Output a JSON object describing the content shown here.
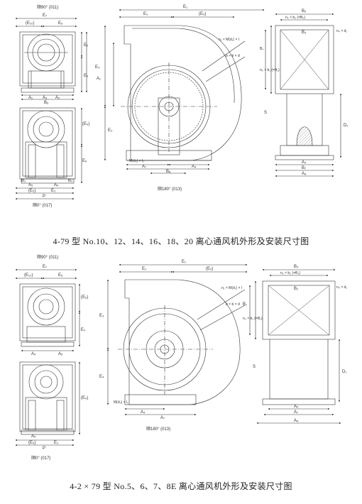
{
  "captions": {
    "top": "4-79 型 No.10、12、14、16、18、20 离心通风机外形及安装尺寸图",
    "bottom": "4-2 × 79 型 No.5、6、7、8E 离心通风机外形及安装尺寸图"
  },
  "views": {
    "top_left_upper": "顺90° (011)",
    "top_left_lower": "顺0° (017)",
    "top_center": "顺180° (013)",
    "bottom_left_upper": "顺90° (011)",
    "bottom_left_lower": "顺0° (017)",
    "bottom_center": "顺180° (013)"
  },
  "labels": {
    "top": {
      "e7": "E₇",
      "e10": "(E₁₀)",
      "e8": "E₈",
      "e2": "E₂",
      "e3": "E₃",
      "e1": "E₁",
      "e5": "(E₅)",
      "e9": "(E₉)",
      "e6": "E₆",
      "e4": "E₄",
      "e5b": "(E₅)",
      "e2b": "E₂",
      "p": "P",
      "a1": "A₁",
      "a2": "A₂",
      "a3": "A₃",
      "a4": "A₄",
      "a5": "A₅",
      "a6": "A₆",
      "a7": "A₇",
      "a8": "A₈",
      "b1": "B₁",
      "b2": "B₂",
      "b3": "B₃",
      "b4": "B₄",
      "b5": "B₅",
      "b6": "B₆",
      "b7": "B₇",
      "b8": "B₈",
      "d1": "D₁",
      "s": "S",
      "n1": "n₁ × M(d₁) × l",
      "n2": "n₂ × b₂ (=B₂)",
      "n3": "n₃ × b₁ (=B₁)",
      "n4": "n₄ × d₂",
      "bbd": "b × b × d",
      "md": "M(d₃) × l₁"
    },
    "bottom": {
      "e7": "E₇",
      "e10": "(E₁₀)",
      "e8": "E₈",
      "e6": "(E₆)",
      "e2": "E₂",
      "e1": "E₁",
      "e5": "(E₅)",
      "e3": "E₃",
      "e9": "(E₉)",
      "e4": "E₄",
      "p": "P",
      "a4": "A₄",
      "a5": "A₅",
      "a6": "A₆",
      "a7": "A₇",
      "a8": "A₈",
      "b1": "B₁",
      "b2": "B₂",
      "b3": "B₃",
      "d1": "D₁",
      "s": "S",
      "n1": "n₁ × M(d₁) × l",
      "n2": "n₂ × b₂ (=B₂)",
      "n3": "n₃ × b₁ (=B₁)",
      "n4": "n₄ × d₂",
      "bbd": "b × b × d",
      "md": "M(d₃) × l₁"
    }
  }
}
